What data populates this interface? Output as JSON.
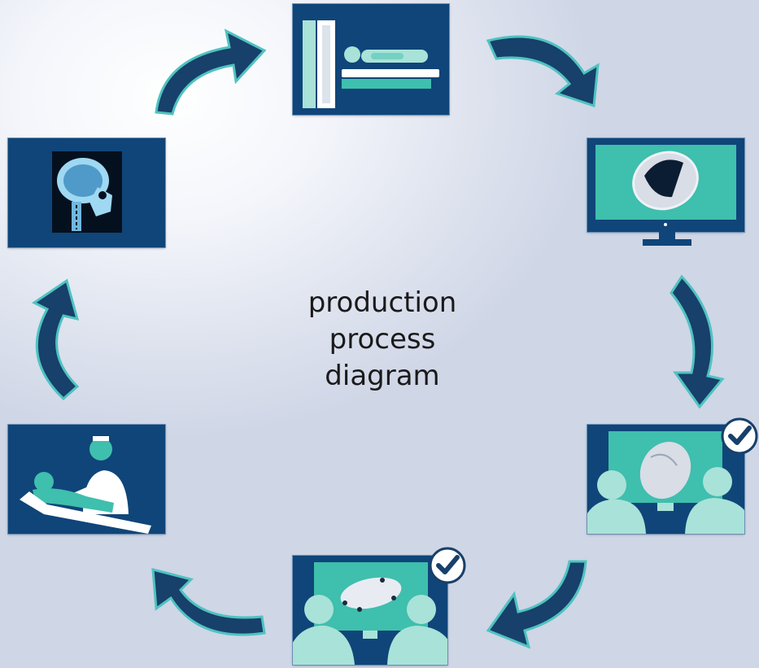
{
  "title_lines": [
    "production",
    "process",
    "diagram"
  ],
  "colors": {
    "panel": "#0f4579",
    "teal": "#3fbfad",
    "light_teal": "#a9e2d8",
    "arrow": "#17406b",
    "arrow_outline": "#4fc3c0",
    "checkmark_circle": "#ffffff",
    "checkmark": "#17406b"
  },
  "steps": [
    {
      "id": "ct-scan",
      "icon": "ct-scanner-icon"
    },
    {
      "id": "3d-model",
      "icon": "3d-skull-model-monitor-icon"
    },
    {
      "id": "design-approval",
      "icon": "implant-approval-meeting-icon",
      "approved": true
    },
    {
      "id": "implant-approval",
      "icon": "implant-product-approval-icon",
      "approved": true
    },
    {
      "id": "surgery",
      "icon": "surgery-patient-icon"
    },
    {
      "id": "x-ray",
      "icon": "skull-xray-icon"
    }
  ]
}
